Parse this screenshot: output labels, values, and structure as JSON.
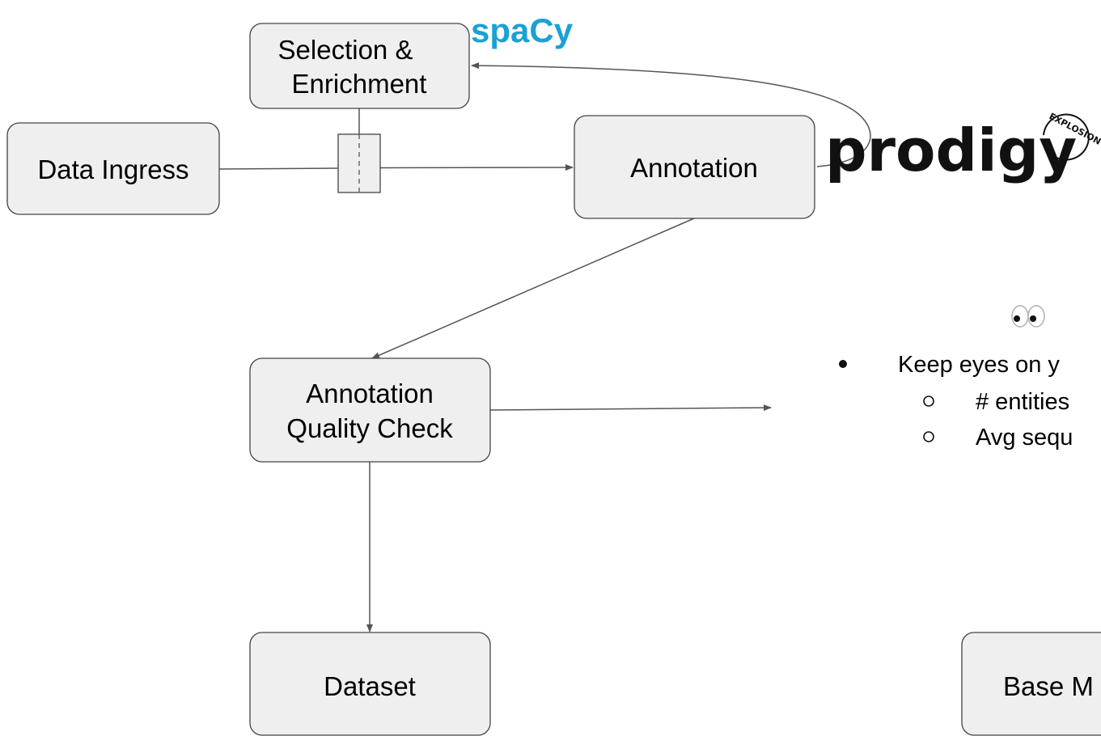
{
  "nodes": {
    "selection": {
      "line1": "Selection &",
      "line2": "Enrichment"
    },
    "ingress": {
      "label": "Data Ingress"
    },
    "annotation": {
      "label": "Annotation"
    },
    "quality": {
      "line1": "Annotation",
      "line2": "Quality Check"
    },
    "dataset": {
      "label": "Dataset"
    },
    "base_model": {
      "label": "Base M"
    }
  },
  "logos": {
    "spacy": "spaCy",
    "spacy_color": "#1aa1d6",
    "prodigy": "prodigy",
    "explosion": "EXPLOSION"
  },
  "notes": {
    "emoji": "👀",
    "bullet": "Keep eyes on y",
    "sub": [
      "# entities",
      "Avg sequ"
    ]
  }
}
